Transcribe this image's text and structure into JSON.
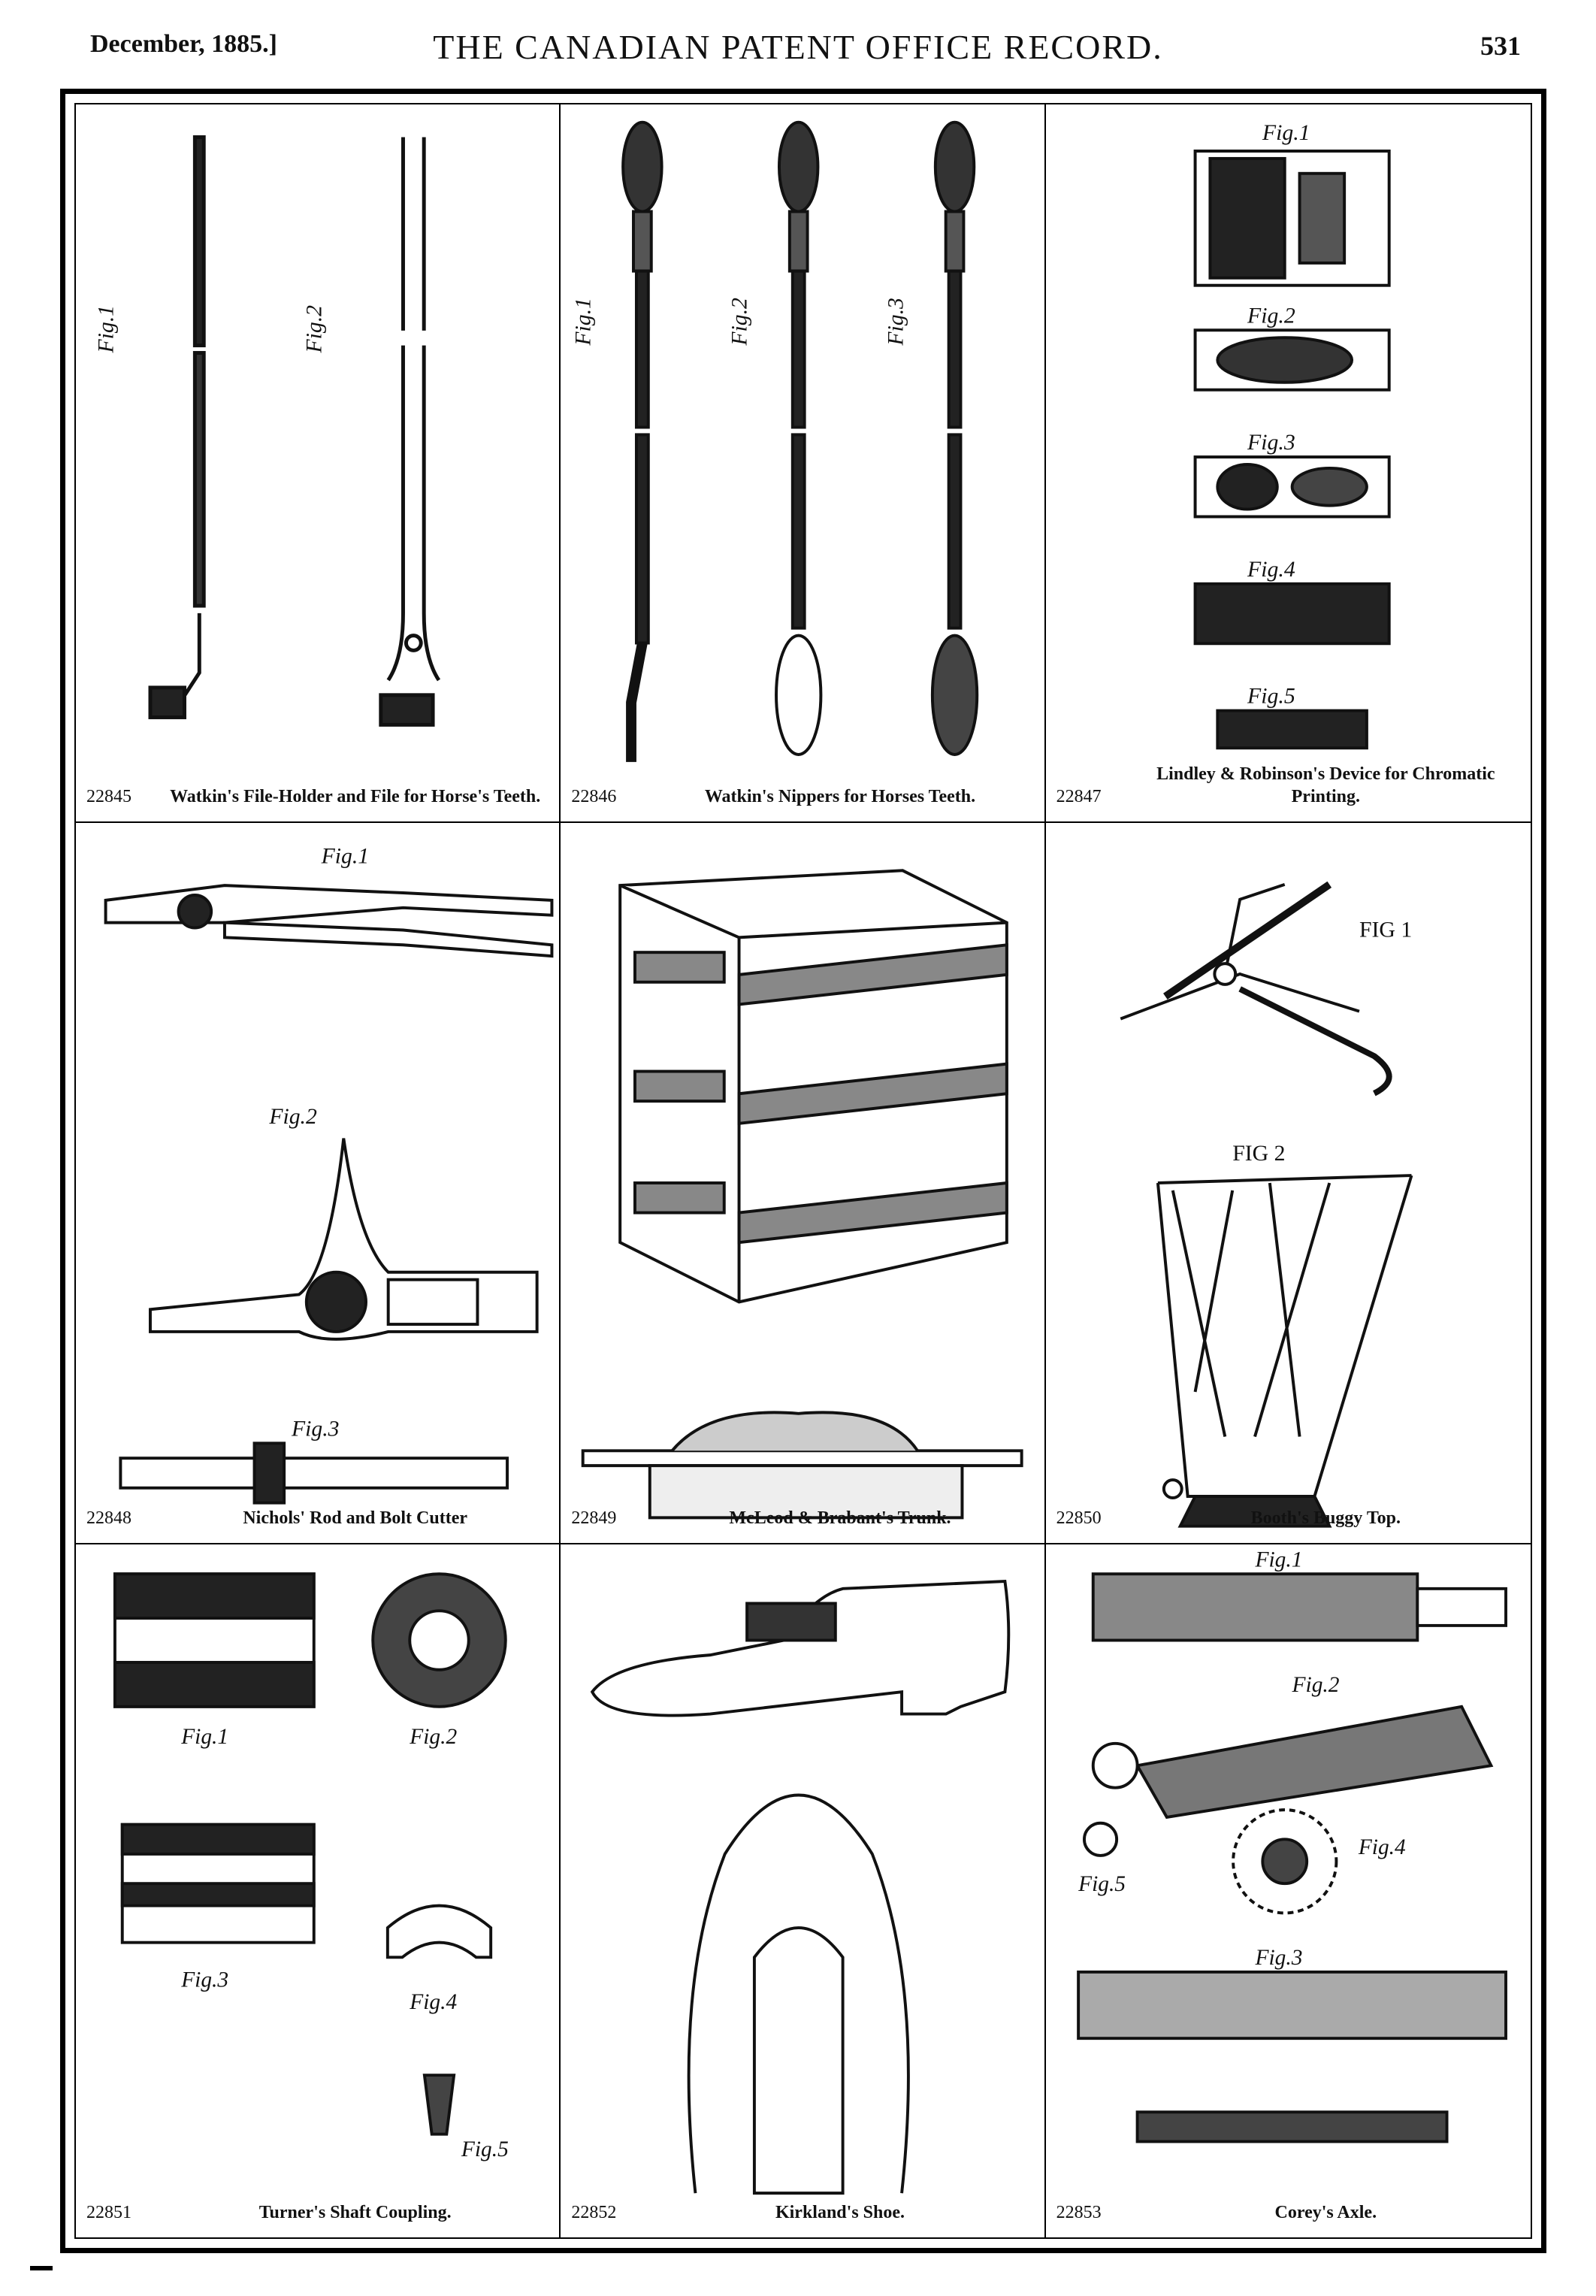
{
  "header": {
    "date": "December, 1885.]",
    "title": "THE CANADIAN PATENT OFFICE RECORD.",
    "page": "531"
  },
  "cells": [
    {
      "number": "22845",
      "title": "Watkin's File-Holder and File for Horse's Teeth."
    },
    {
      "number": "22846",
      "title": "Watkin's Nippers for Horses Teeth."
    },
    {
      "number": "22847",
      "title": "Lindley & Robinson's Device for Chromatic Printing."
    },
    {
      "number": "22848",
      "title": "Nichols' Rod and Bolt Cutter"
    },
    {
      "number": "22849",
      "title": "McLeod & Brabant's Trunk."
    },
    {
      "number": "22850",
      "title": "Booth's Buggy Top."
    },
    {
      "number": "22851",
      "title": "Turner's Shaft Coupling."
    },
    {
      "number": "22852",
      "title": "Kirkland's Shoe."
    },
    {
      "number": "22853",
      "title": "Corey's Axle."
    }
  ],
  "figure_labels": {
    "fig1": "Fig.1",
    "fig2": "Fig.2",
    "fig3": "Fig.3",
    "fig4": "Fig.4",
    "fig5": "Fig.5",
    "fig1_buggy": "FIG 1",
    "fig2_buggy": "FIG 2"
  }
}
